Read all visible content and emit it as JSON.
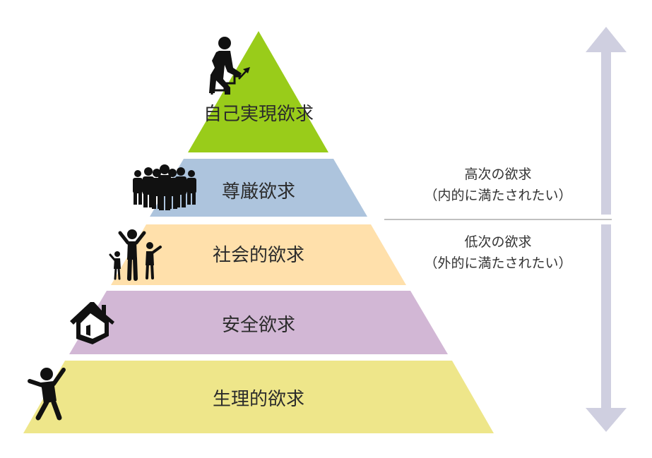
{
  "levels": [
    {
      "label": "自己実現欲求",
      "color": "#99cc1a",
      "icon": "person-climbing-stairs-icon"
    },
    {
      "label": "尊厳欲求",
      "color": "#adc4dd",
      "icon": "group-of-people-icon"
    },
    {
      "label": "社会的欲求",
      "color": "#ffe0ab",
      "icon": "family-icon"
    },
    {
      "label": "安全欲求",
      "color": "#d2b7d5",
      "icon": "house-icon"
    },
    {
      "label": "生理的欲求",
      "color": "#eee68a",
      "icon": "jumping-person-icon"
    }
  ],
  "side": {
    "higher": {
      "line1": "高次の欲求",
      "line2": "（内的に満たされたい）"
    },
    "lower": {
      "line1": "低次の欲求",
      "line2": "（外的に満たされたい）"
    }
  },
  "arrow_color": "#cfcfe0",
  "divider_color": "#9a9a9a"
}
